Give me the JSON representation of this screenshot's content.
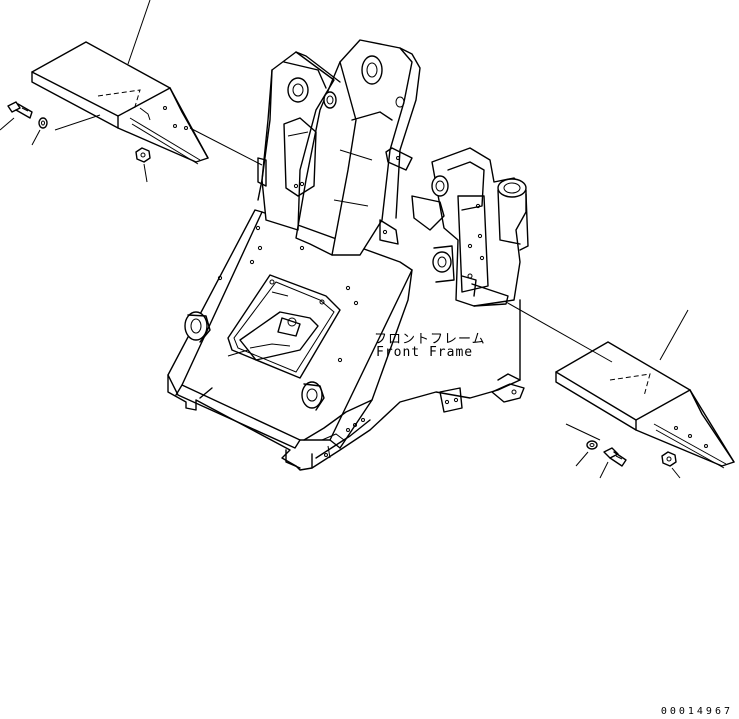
{
  "labels": {
    "frame_jp": "フロントフレーム",
    "frame_en": "Front Frame"
  },
  "drawing_number": "00014967"
}
